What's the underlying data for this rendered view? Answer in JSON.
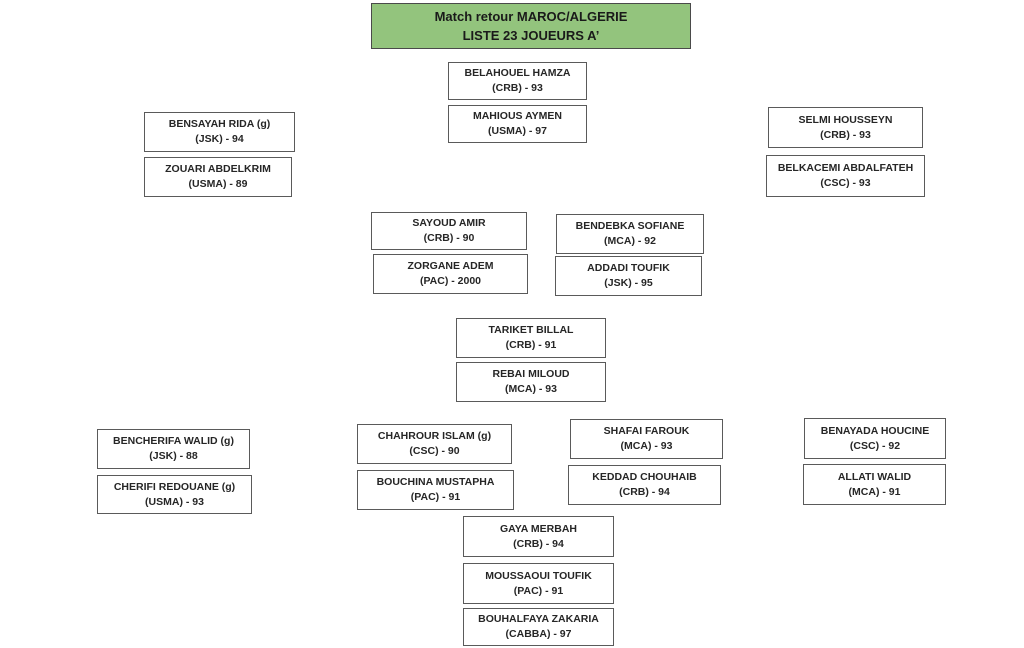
{
  "title": {
    "line1": "Match retour MAROC/ALGERIE",
    "line2": "LISTE 23  JOUEURS A’"
  },
  "players": [
    {
      "name": "BELAHOUEL HAMZA",
      "club_year": "(CRB) - 93"
    },
    {
      "name": "MAHIOUS AYMEN",
      "club_year": "(USMA) - 97"
    },
    {
      "name": "BENSAYAH RIDA (g)",
      "club_year": "(JSK) - 94"
    },
    {
      "name": "ZOUARI ABDELKRIM",
      "club_year": "(USMA)  - 89"
    },
    {
      "name": "SELMI HOUSSEYN",
      "club_year": "(CRB) - 93"
    },
    {
      "name": "BELKACEMI ABDALFATEH",
      "club_year": "(CSC) - 93"
    },
    {
      "name": "SAYOUD AMIR",
      "club_year": "(CRB) - 90"
    },
    {
      "name": "ZORGANE ADEM",
      "club_year": "(PAC) - 2000"
    },
    {
      "name": "BENDEBKA SOFIANE",
      "club_year": "(MCA) - 92"
    },
    {
      "name": "ADDADI TOUFIK",
      "club_year": "(JSK) - 95"
    },
    {
      "name": "TARIKET BILLAL",
      "club_year": "(CRB) - 91"
    },
    {
      "name": "REBAI MILOUD",
      "club_year": "(MCA) - 93"
    },
    {
      "name": "BENCHERIFA WALID (g)",
      "club_year": "(JSK) - 88"
    },
    {
      "name": "CHERIFI  REDOUANE (g)",
      "club_year": "(USMA) - 93"
    },
    {
      "name": "CHAHROUR ISLAM (g)",
      "club_year": "(CSC) - 90"
    },
    {
      "name": "BOUCHINA MUSTAPHA",
      "club_year": "(PAC) - 91"
    },
    {
      "name": "SHAFAI FAROUK",
      "club_year": "(MCA) - 93"
    },
    {
      "name": "KEDDAD  CHOUHAIB",
      "club_year": "(CRB) - 94"
    },
    {
      "name": "BENAYADA HOUCINE",
      "club_year": "(CSC) - 92"
    },
    {
      "name": "ALLATI WALID",
      "club_year": "(MCA) - 91"
    },
    {
      "name": "GAYA MERBAH",
      "club_year": "(CRB) - 94"
    },
    {
      "name": "MOUSSAOUI TOUFIK",
      "club_year": "(PAC) - 91"
    },
    {
      "name": "BOUHALFAYA ZAKARIA",
      "club_year": "(CABBA) - 97"
    }
  ]
}
